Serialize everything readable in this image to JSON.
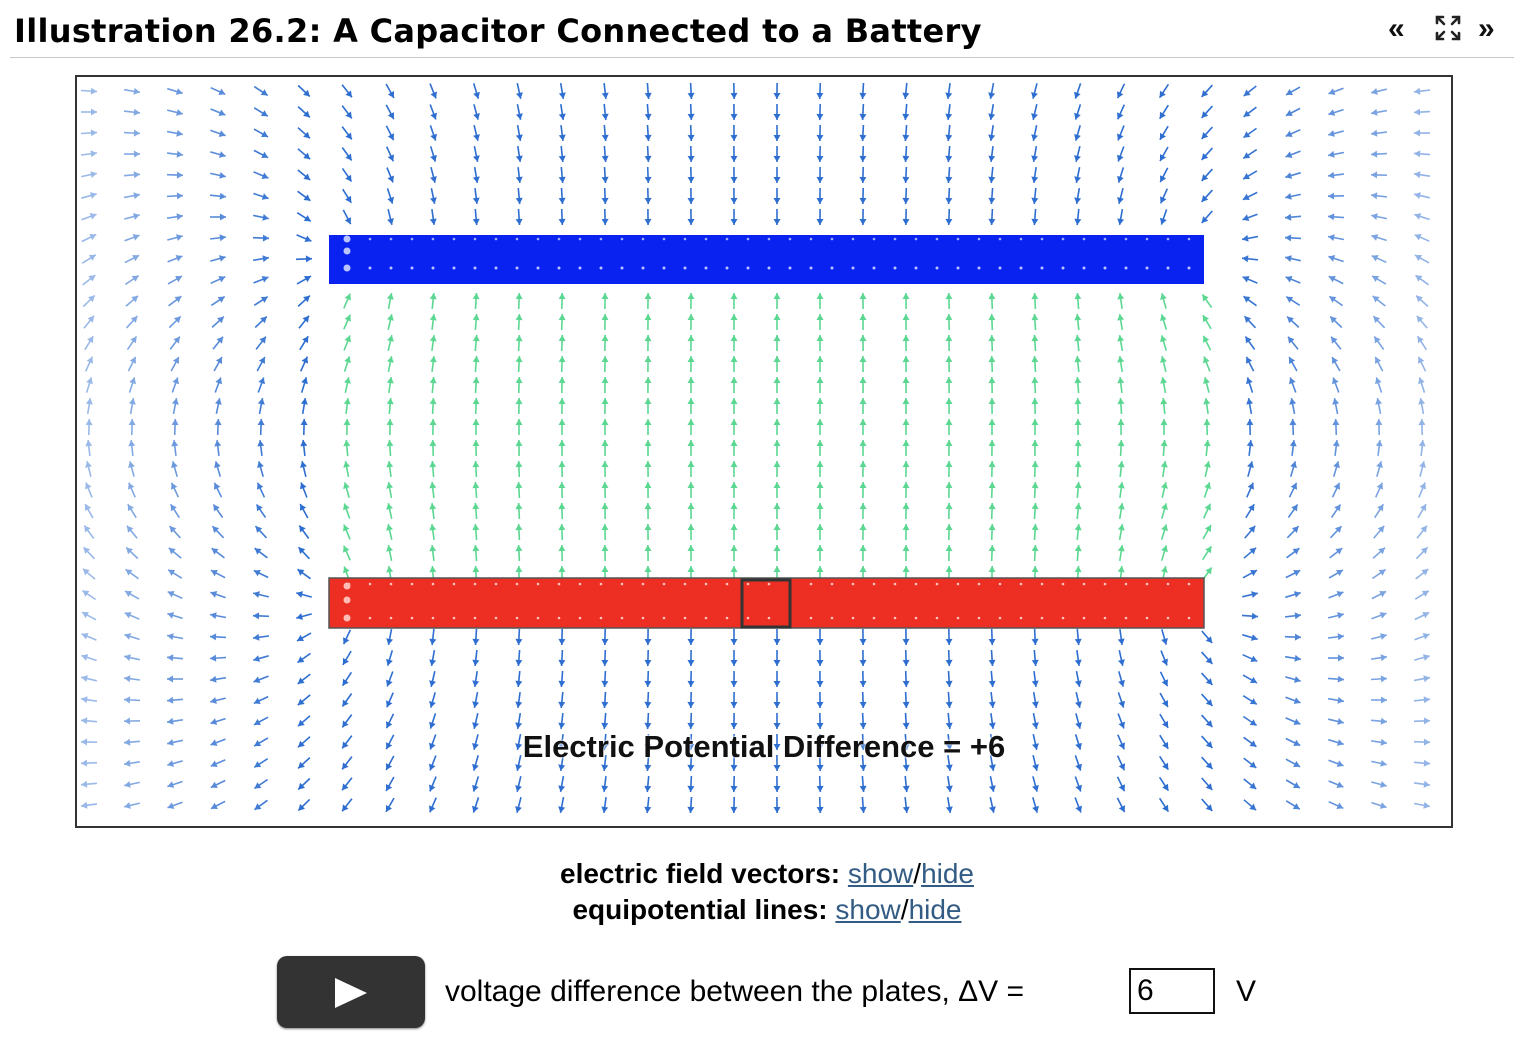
{
  "header": {
    "title": "Illustration 26.2: A Capacitor Connected to a Battery",
    "prev_icon": "«",
    "next_icon": "»",
    "icons": [
      "double-chevron-left-icon",
      "fullscreen-icon",
      "double-chevron-right-icon"
    ]
  },
  "simulation": {
    "potential_label": "Electric Potential Difference = +6",
    "top_plate_color": "#0a22f0",
    "bottom_plate_color": "#ec2f22",
    "field_colors": [
      "#1430f5",
      "#5fe08c"
    ]
  },
  "controls": {
    "field_vectors_label": "electric field vectors:",
    "equipotential_label": "equipotential lines:",
    "show": "show",
    "hide": "hide",
    "separator": "/"
  },
  "voltage": {
    "play_icon": "play-icon",
    "label": "voltage difference between the plates, ΔV =",
    "value": "6",
    "unit": "V"
  }
}
